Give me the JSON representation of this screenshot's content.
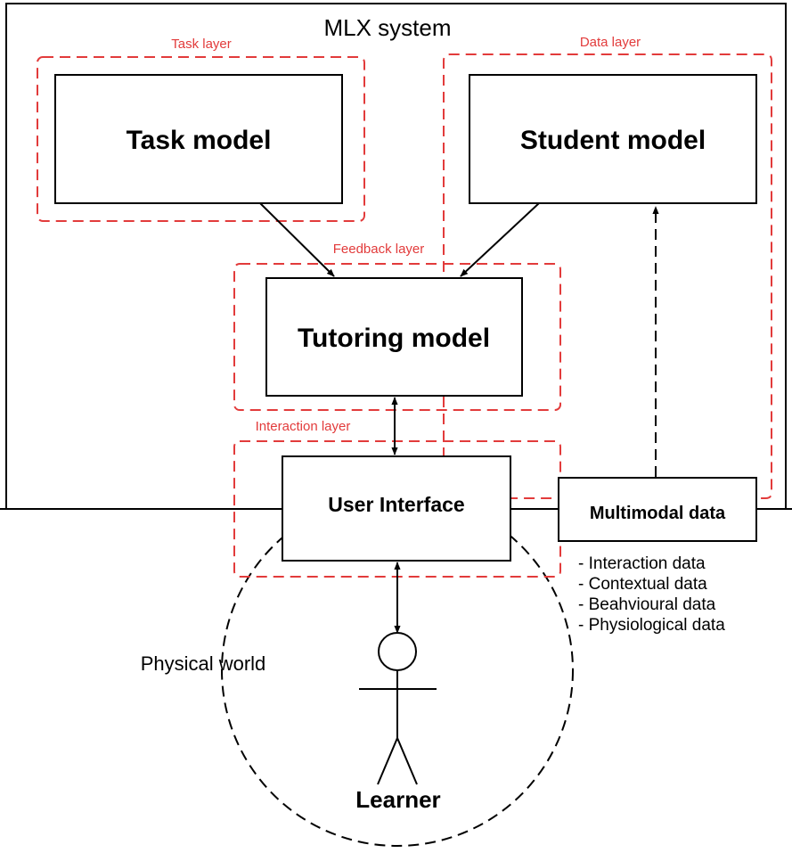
{
  "system": {
    "title": "MLX system"
  },
  "layers": {
    "task": "Task layer",
    "data": "Data layer",
    "feedback": "Feedback layer",
    "interaction": "Interaction layer"
  },
  "models": {
    "task": "Task model",
    "student": "Student model",
    "tutoring": "Tutoring model",
    "user_interface": "User Interface"
  },
  "multimodal": {
    "title": "Multimodal data",
    "items": [
      "- Interaction data",
      "- Contextual data",
      "- Beahvioural data",
      "- Physiological data"
    ]
  },
  "world": {
    "label": "Physical world"
  },
  "learner": {
    "label": "Learner"
  },
  "colors": {
    "layer_border": "#e23b3b",
    "line": "#000000"
  }
}
